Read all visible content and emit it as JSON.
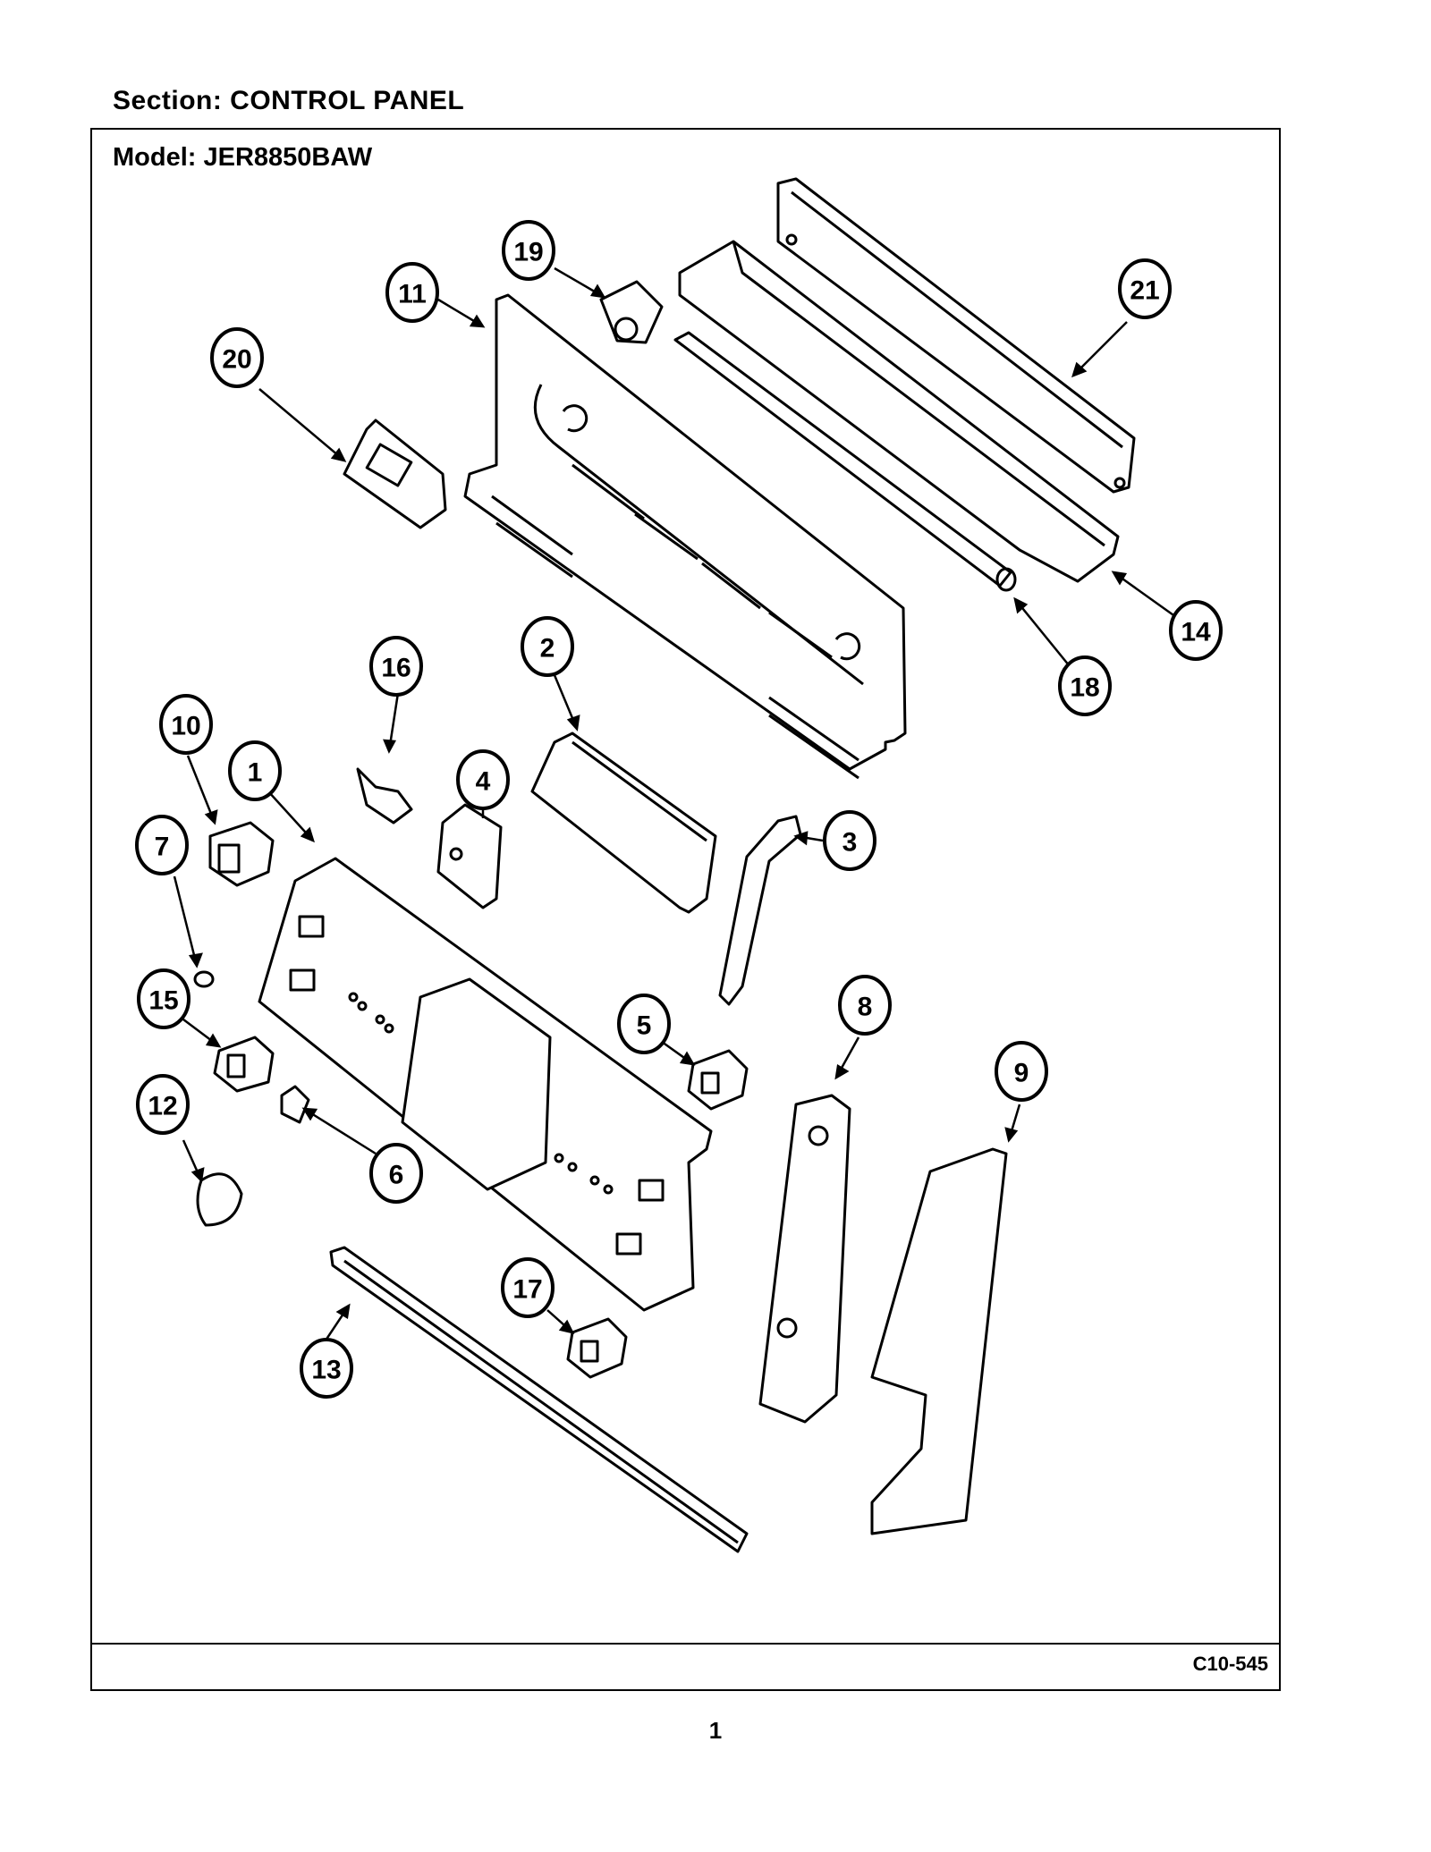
{
  "header": {
    "section_label": "Section:  CONTROL PANEL"
  },
  "frame": {
    "model_label": "Model:  JER8850BAW",
    "diagram_code": "C10-545"
  },
  "page": {
    "number": "1"
  },
  "callouts": [
    "1",
    "2",
    "3",
    "4",
    "5",
    "6",
    "7",
    "8",
    "9",
    "10",
    "11",
    "12",
    "13",
    "14",
    "15",
    "16",
    "17",
    "18",
    "19",
    "20",
    "21"
  ]
}
